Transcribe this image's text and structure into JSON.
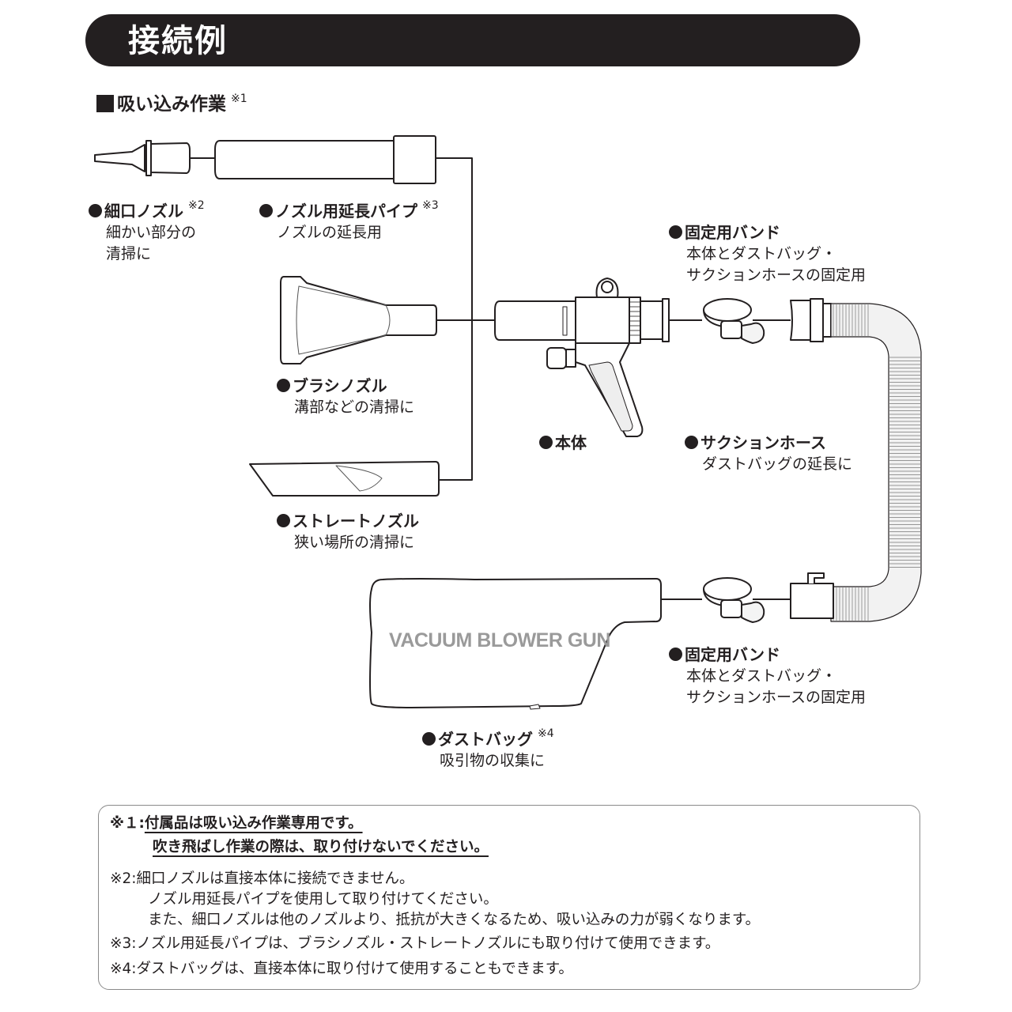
{
  "header": {
    "title": "接続例"
  },
  "section": {
    "title": "吸い込み作業",
    "note_ref": "※1"
  },
  "parts": {
    "fine_nozzle": {
      "name": "細口ノズル",
      "note_ref": "※2",
      "desc": [
        "細かい部分の",
        "清掃に"
      ]
    },
    "extension_pipe": {
      "name": "ノズル用延長パイプ",
      "note_ref": "※3",
      "desc": [
        "ノズルの延長用"
      ]
    },
    "band_top": {
      "name": "固定用バンド",
      "desc": [
        "本体とダストバッグ・",
        "サクションホースの固定用"
      ]
    },
    "brush_nozzle": {
      "name": "ブラシノズル",
      "desc": [
        "溝部などの清掃に"
      ]
    },
    "body": {
      "name": "本体"
    },
    "suction_hose": {
      "name": "サクションホース",
      "desc": [
        "ダストバッグの延長に"
      ]
    },
    "straight_nozzle": {
      "name": "ストレートノズル",
      "desc": [
        "狭い場所の清掃に"
      ]
    },
    "band_bottom": {
      "name": "固定用バンド",
      "desc": [
        "本体とダストバッグ・",
        "サクションホースの固定用"
      ]
    },
    "dust_bag": {
      "name": "ダストバッグ",
      "note_ref": "※4",
      "desc": [
        "吸引物の収集に"
      ],
      "print": "VACUUM BLOWER GUN"
    }
  },
  "notes": [
    {
      "mark": "※１:",
      "lines": [
        "付属品は吸い込み作業専用です。",
        "吹き飛ばし作業の際は、取り付けないでください。"
      ],
      "emphasis": true
    },
    {
      "mark": "※2:",
      "lines": [
        "細口ノズルは直接本体に接続できません。",
        "ノズル用延長パイプを使用して取り付けてください。",
        "また、細口ノズルは他のノズルより、抵抗が大きくなるため、吸い込みの力が弱くなります。"
      ]
    },
    {
      "mark": "※3:",
      "lines": [
        "ノズル用延長パイプは、ブラシノズル・ストレートノズルにも取り付けて使用できます。"
      ]
    },
    {
      "mark": "※4:",
      "lines": [
        "ダストバッグは、直接本体に取り付けて使用することもできます。"
      ]
    }
  ]
}
